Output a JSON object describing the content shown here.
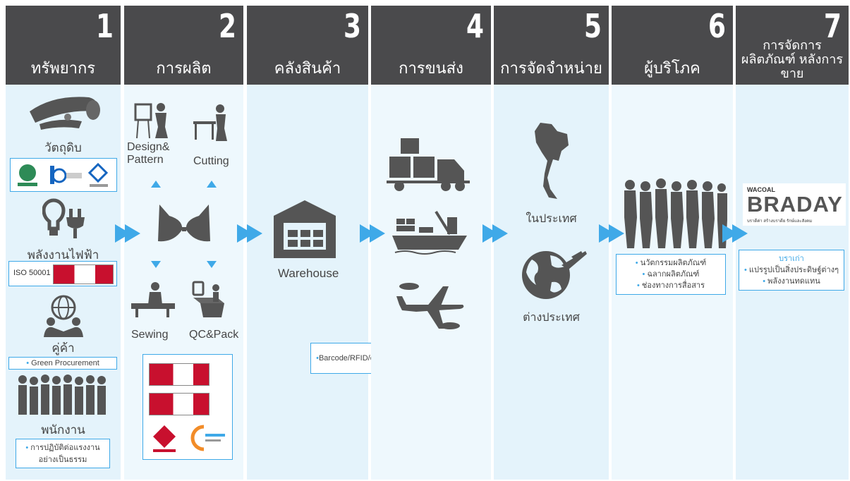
{
  "columns": [
    {
      "number": "1",
      "title": "ทรัพยากร"
    },
    {
      "number": "2",
      "title": "การผลิต"
    },
    {
      "number": "3",
      "title": "คลังสินค้า"
    },
    {
      "number": "4",
      "title": "การขนส่ง"
    },
    {
      "number": "5",
      "title": "การจัดจำหน่าย"
    },
    {
      "number": "6",
      "title": "ผู้บริโภค"
    },
    {
      "number": "7",
      "title": "การจัดการผลิตภัณฑ์ หลังการขาย"
    }
  ],
  "col1": {
    "raw_material": "วัตถุดิบ",
    "electricity": "พลังงานไฟฟ้า",
    "iso": "ISO 50001",
    "partners": "คู่ค้า",
    "partners_box": "Green Procurement",
    "employees": "พนักงาน",
    "employees_box_1": "การปฏิบัติต่อแรงงาน",
    "employees_box_2": "อย่างเป็นธรรม"
  },
  "col2": {
    "design": "Design&",
    "pattern": "Pattern",
    "cutting": "Cutting",
    "sewing": "Sewing",
    "qcpack": "QC&Pack"
  },
  "col3": {
    "warehouse": "Warehouse",
    "box": "Barcode/RFID/e-Customs"
  },
  "col5": {
    "domestic": "ในประเทศ",
    "overseas": "ต่างประเทศ"
  },
  "col6": {
    "items": [
      "นวัตกรรมผลิตภัณฑ์",
      "ฉลากผลิตภัณฑ์",
      "ช่องทางการสื่อสาร"
    ]
  },
  "col7": {
    "logo_top": "WACOAL",
    "logo_main": "BRADAY",
    "logo_sub": "บราดีค่า สร้างบราดีย รักษ์และสังคม",
    "box_title": "บราเก่า",
    "items": [
      "แปรรูปเป็นสิ่งประดิษฐ์ต่างๆ",
      "พลังงานทดแทน"
    ]
  },
  "colors": {
    "header": "#4a4a4c",
    "panel_a": "#e4f3fb",
    "panel_b": "#eef8fd",
    "accent": "#3fa9e8",
    "icon": "#555555"
  }
}
